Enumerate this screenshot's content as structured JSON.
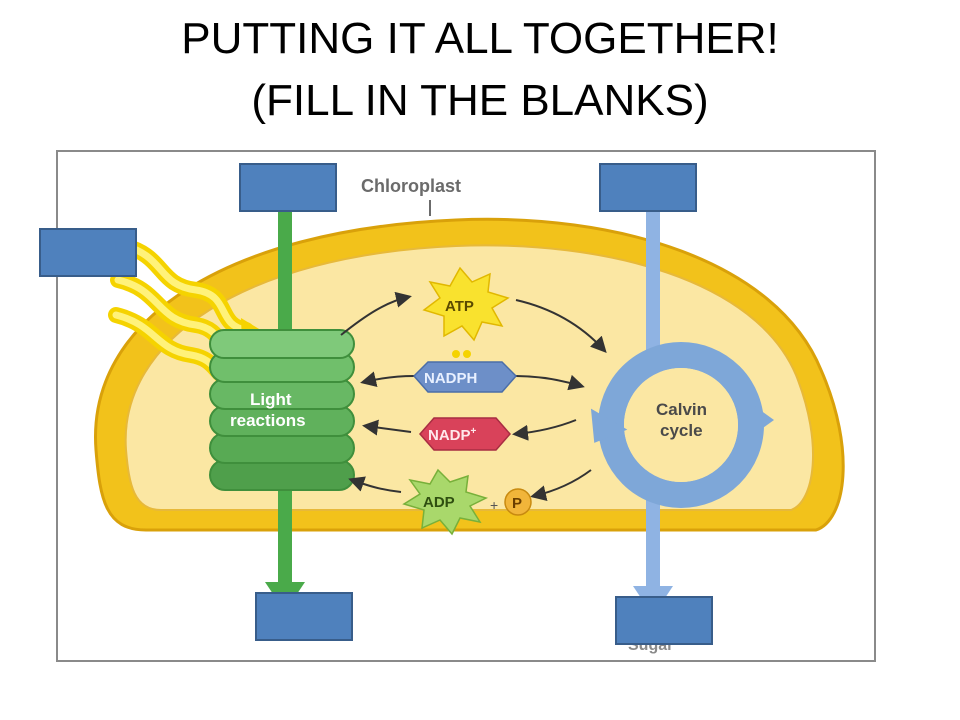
{
  "slide": {
    "title_line1": "PUTTING IT ALL TOGETHER!",
    "title_line2": "(FILL IN THE BLANKS)"
  },
  "diagram": {
    "chloroplast_label": "Chloroplast",
    "light_reactions_label": [
      "Light",
      "reactions"
    ],
    "calvin_cycle_label": [
      "Calvin",
      "cycle"
    ],
    "molecules": {
      "atp": "ATP",
      "nadph": "NADPH",
      "nadp": "NADP",
      "nadp_charge": "+",
      "adp": "ADP",
      "plus": "+",
      "phosphate": "P"
    },
    "partial_bottom_label": "Sugar"
  },
  "blanks": [
    {
      "id": "light-input",
      "value": ""
    },
    {
      "id": "water-input",
      "value": ""
    },
    {
      "id": "co2-input",
      "value": ""
    },
    {
      "id": "oxygen-output",
      "value": ""
    },
    {
      "id": "sugar-output",
      "value": ""
    }
  ],
  "colors": {
    "blank_fill": "#4f81bd",
    "blank_border": "#385d8a",
    "stroma": "#fbe7a3",
    "membrane": "#f2c21b",
    "thylakoid": "#5fb05a",
    "calvin": "#7ea7d8",
    "nadp_hexagon": "#d9425a",
    "nadph_hexagon": "#6d8fc8"
  }
}
